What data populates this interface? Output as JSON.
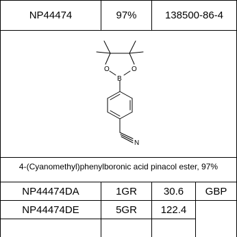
{
  "header": {
    "catalog_number": "NP44474",
    "purity": "97%",
    "cas_number": "138500-86-4"
  },
  "structure": {
    "atoms": [
      "O",
      "B",
      "O",
      "N"
    ]
  },
  "product_name": "4-(Cyanomethyl)phenylboronic acid pinacol ester, 97%",
  "pricing": [
    {
      "sku": "NP44474DA",
      "size": "1GR",
      "price": "30.6",
      "currency": "GBP"
    },
    {
      "sku": "NP44474DE",
      "size": "5GR",
      "price": "122.4",
      "currency": ""
    },
    {
      "sku": "",
      "size": "",
      "price": "",
      "currency": ""
    }
  ]
}
